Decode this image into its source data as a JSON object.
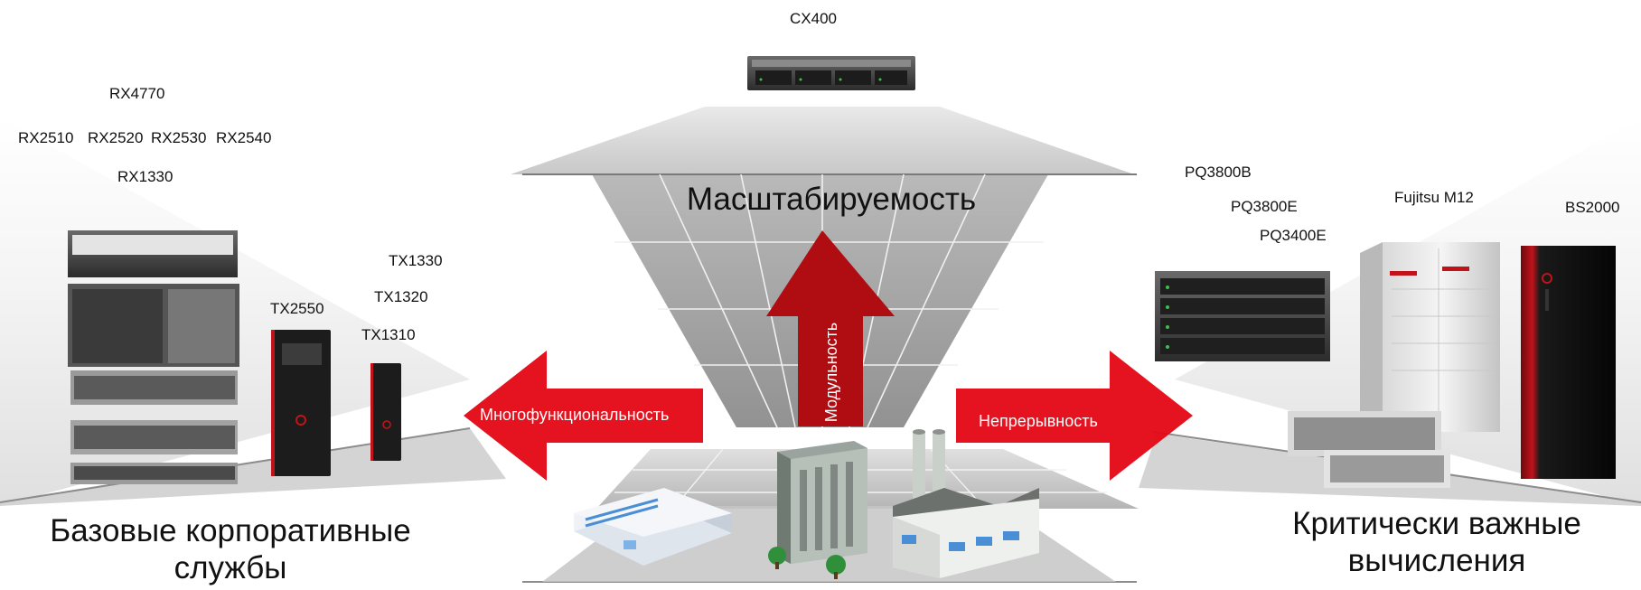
{
  "top": {
    "model": "CX400",
    "title": "Масштабируемость"
  },
  "left": {
    "rack_models": [
      "RX4770",
      "RX2510",
      "RX2520",
      "RX2530",
      "RX2540",
      "RX1330"
    ],
    "tower_models": [
      "TX2550",
      "TX1330",
      "TX1320",
      "TX1310"
    ],
    "caption_line1": "Базовые корпоративные",
    "caption_line2": "службы"
  },
  "right": {
    "models": [
      "PQ3800B",
      "PQ3800E",
      "PQ3400E",
      "Fujitsu M12",
      "BS2000"
    ],
    "caption_line1": "Критически важные",
    "caption_line2": "вычисления"
  },
  "arrows": {
    "left": "Многофункциональность",
    "up": "Модульность",
    "right": "Непрерывность"
  },
  "colors": {
    "arrow_red": "#e30613",
    "arrow_dark_red": "#b00d12",
    "platform_gray": "#a8a8a8"
  }
}
